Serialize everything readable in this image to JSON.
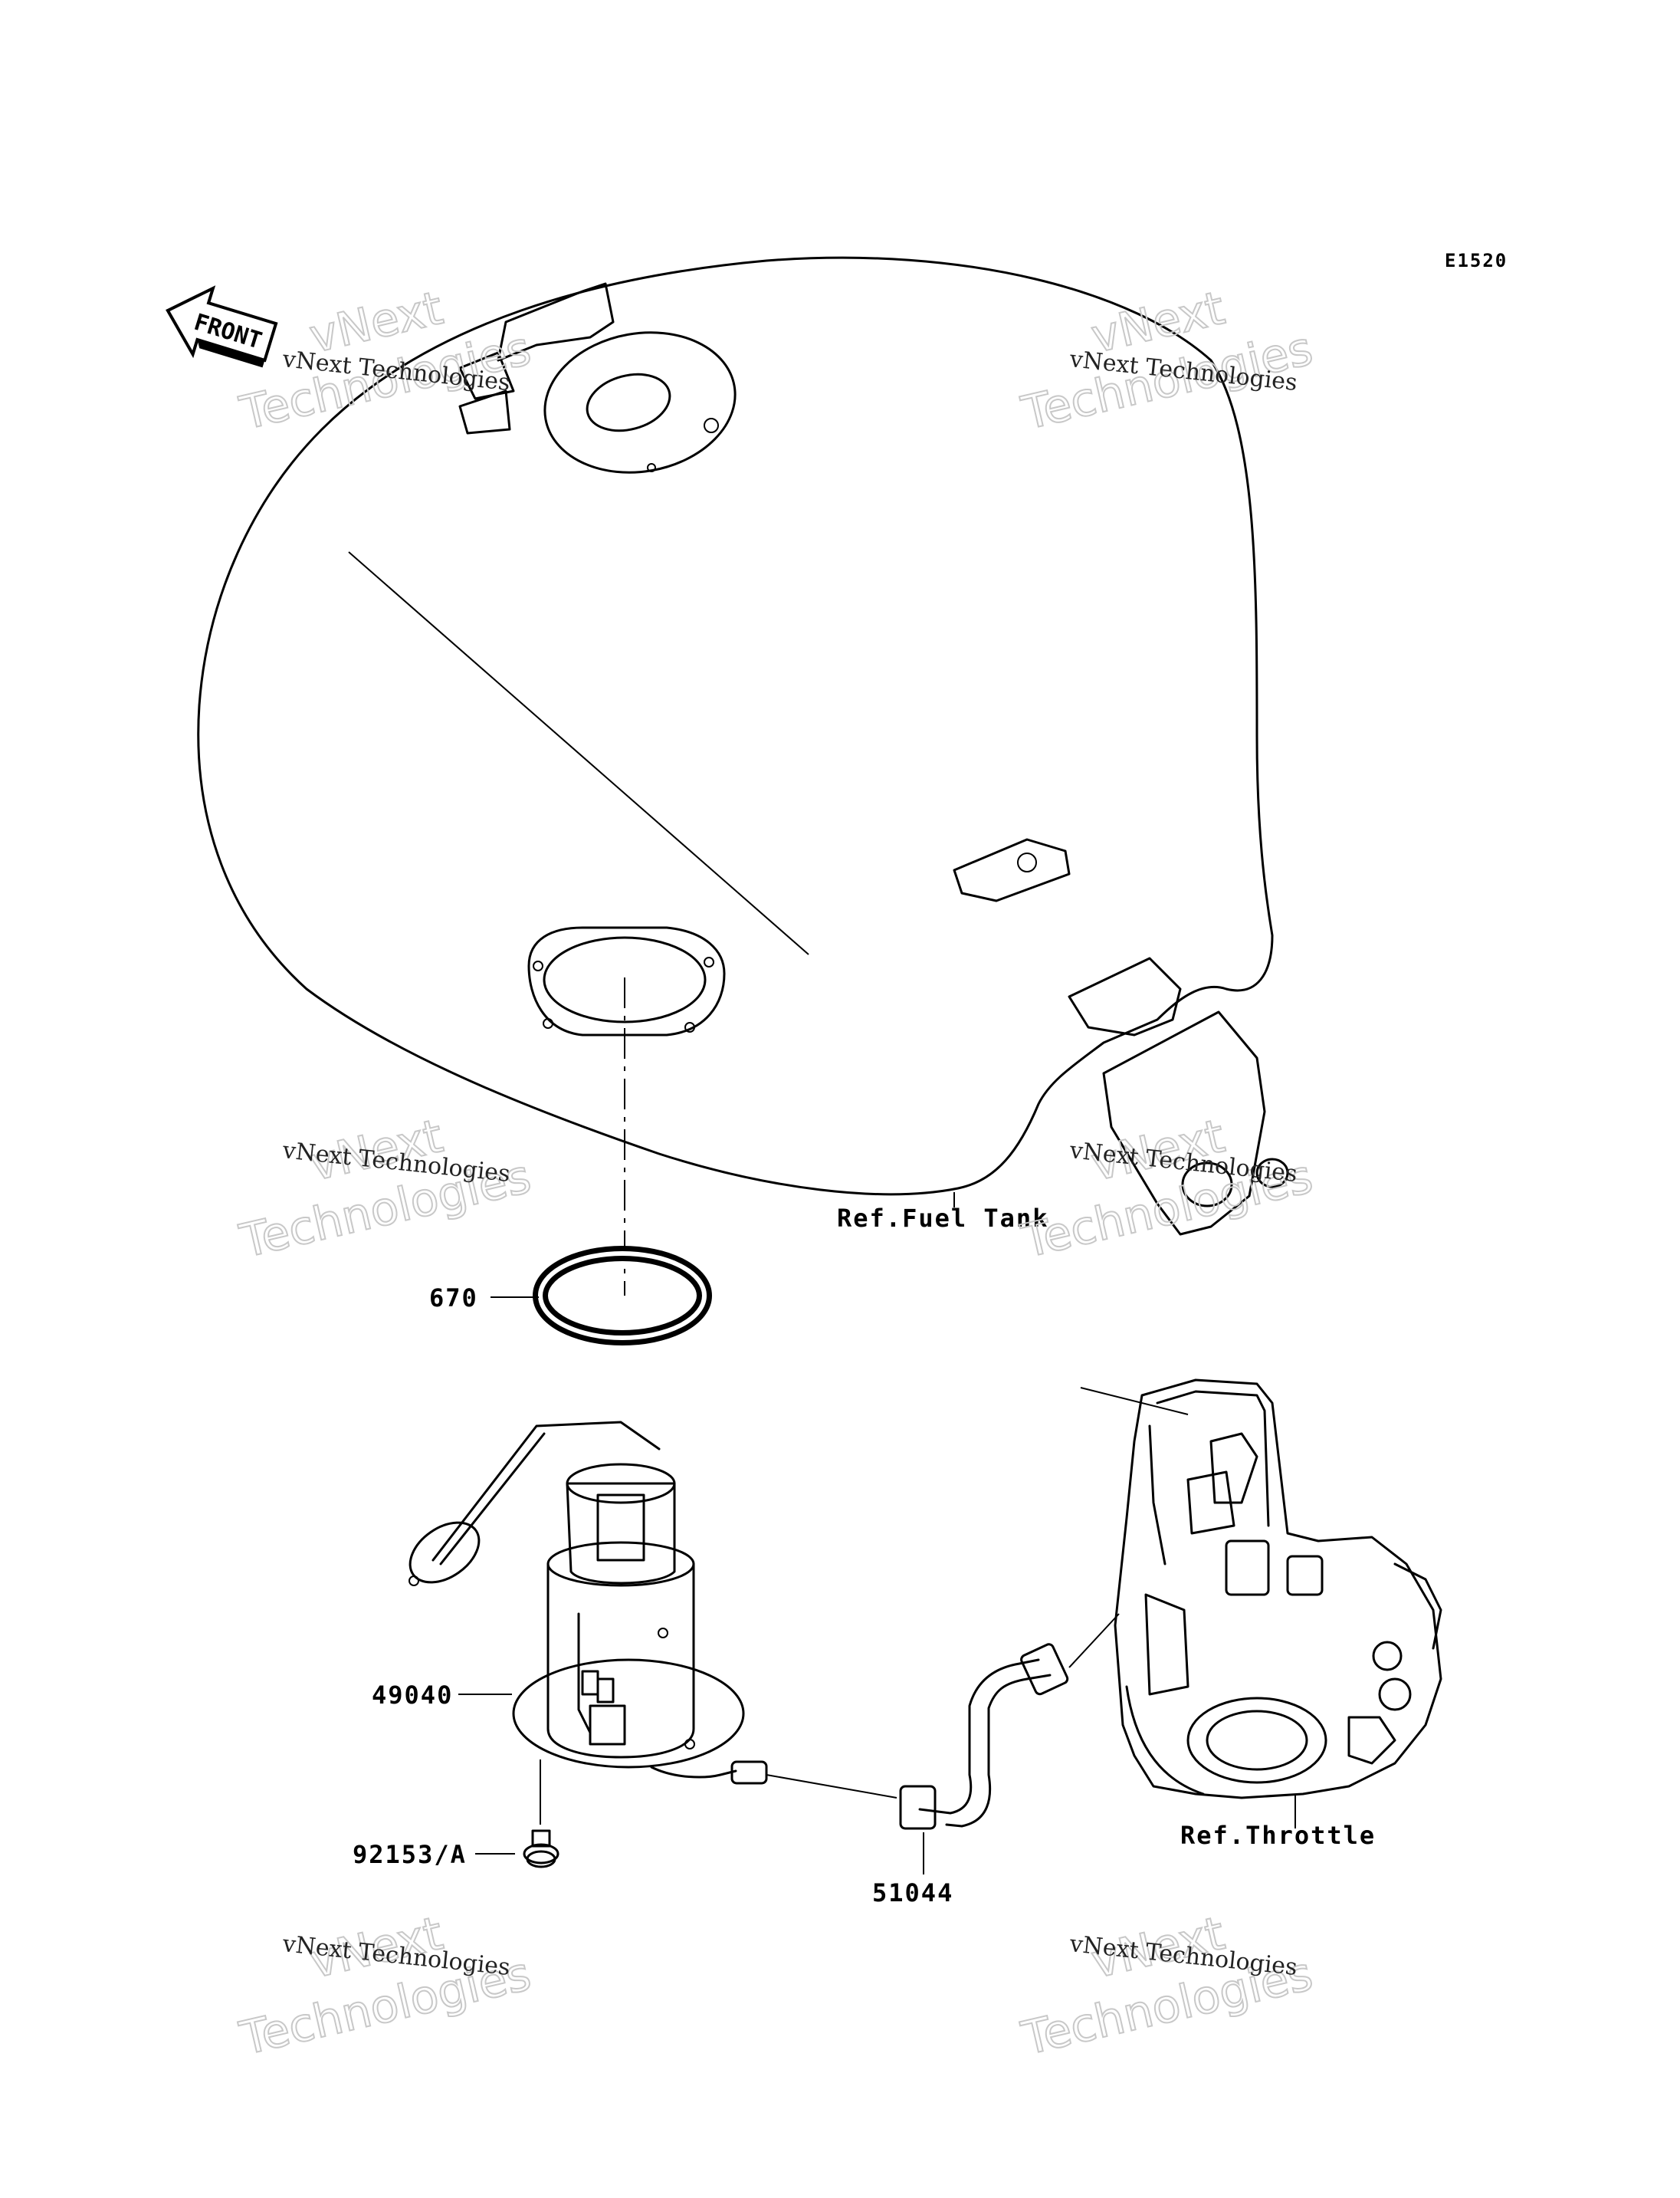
{
  "diagram_code": "E1520",
  "front_arrow_label": "FRONT",
  "references": {
    "fuel_tank": "Ref.Fuel Tank",
    "throttle": "Ref.Throttle"
  },
  "callouts": [
    {
      "id": "oring",
      "label": "670"
    },
    {
      "id": "fuel_pump",
      "label": "49040"
    },
    {
      "id": "bolt",
      "label": "92153/A"
    },
    {
      "id": "hose",
      "label": "51044"
    }
  ],
  "watermark": {
    "line1": "vNext Technologies",
    "line2": "vNext",
    "line3": "Technologies"
  }
}
